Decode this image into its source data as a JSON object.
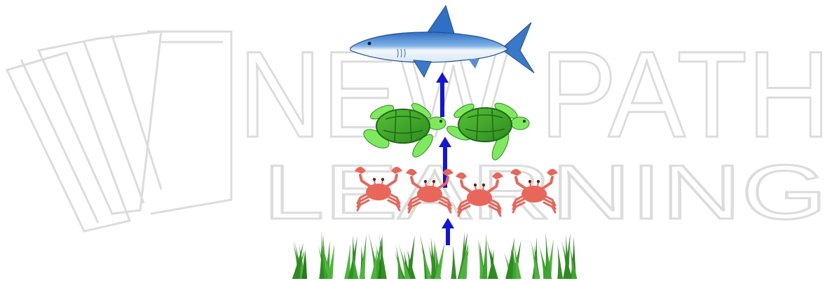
{
  "watermark": {
    "line1": "NEW PATH",
    "line2": "LEARNING"
  },
  "colors": {
    "arrow": "#1515d6",
    "shark_top": "#3a78c8",
    "shark_belly": "#f2f7fb",
    "turtle_shell": "#3fa62a",
    "turtle_skin": "#7ee85e",
    "crab": "#e8675a",
    "seagrass": "#3b9a2e",
    "watermark": "#dcdcdc"
  },
  "food_chain": [
    {
      "level": 1,
      "organism": "seagrass",
      "count": 1
    },
    {
      "level": 2,
      "organism": "crab",
      "count": 4
    },
    {
      "level": 3,
      "organism": "sea-turtle",
      "count": 2
    },
    {
      "level": 4,
      "organism": "shark",
      "count": 1
    }
  ]
}
